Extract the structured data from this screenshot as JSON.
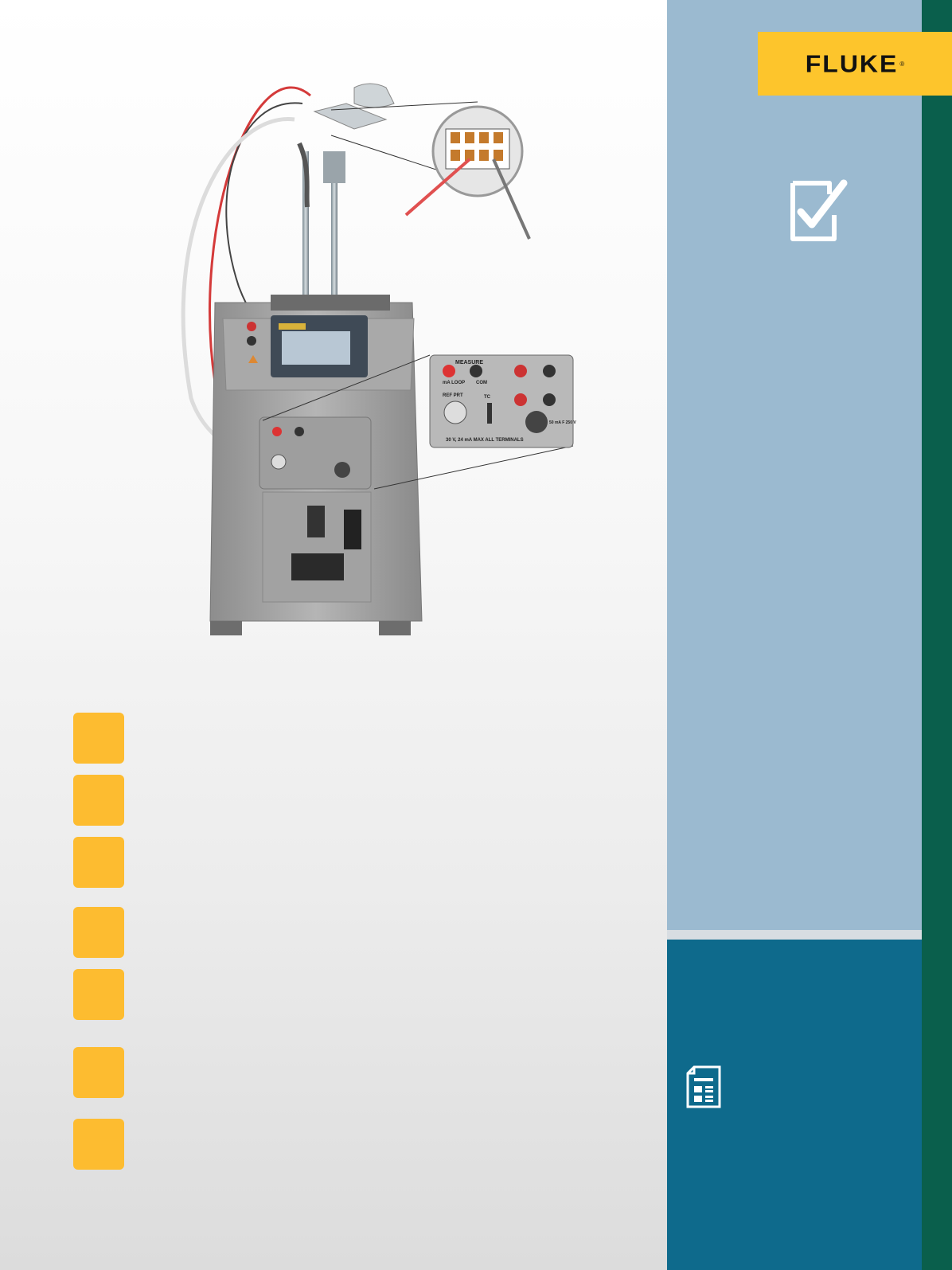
{
  "brand": {
    "logo_text": "FLUKE",
    "registered_mark": "®",
    "logo_color": "#fdc52c"
  },
  "illustration": {
    "callout_top_labels": {
      "measure": "MEASURE",
      "ma_loop": "mA LOOP",
      "com": "COM",
      "ref_prt": "REF PRT",
      "tc": "TC",
      "fuse": "50 mA F 250 V",
      "warning": "30 V, 24 mA MAX ALL TERMINALS"
    }
  },
  "steps": [
    {
      "id": 1
    },
    {
      "id": 2
    },
    {
      "id": 3
    },
    {
      "id": 4
    },
    {
      "id": 5
    },
    {
      "id": 6
    },
    {
      "id": 7
    }
  ],
  "sidebar": {
    "icons": [
      "checklist-icon",
      "document-icon"
    ],
    "colors": {
      "panel_light": "#9bbad0",
      "panel_dark": "#0e6a8c",
      "edge_green": "#0a5f4c",
      "step_yellow": "#fdbc30"
    }
  }
}
